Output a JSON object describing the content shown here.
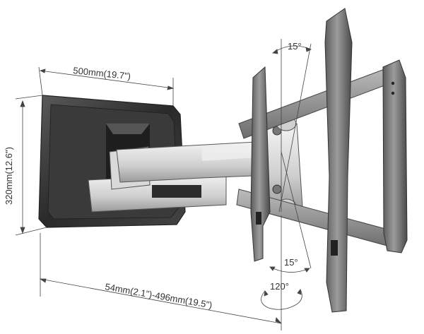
{
  "dimensions": {
    "width_label": "500mm(19.7\")",
    "height_label": "320mm(12.6\")",
    "extension_label": "54mm(2.1\")-496mm(19.5\")",
    "tilt_up_label": "15°",
    "tilt_down_label": "15°",
    "swivel_label": "120°"
  }
}
